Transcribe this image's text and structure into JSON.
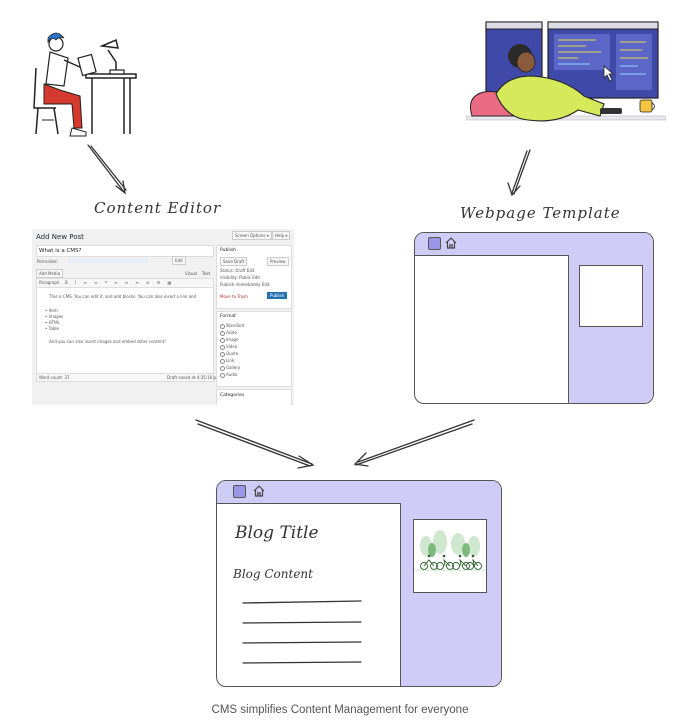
{
  "labels": {
    "content_editor": "Content Editor",
    "webpage_template": "Webpage Template"
  },
  "wp_editor": {
    "heading": "Add New Post",
    "screen_options": "Screen Options ▾",
    "help": "Help ▾",
    "post_title": "What is a CMS?",
    "permalink_label": "Permalink:",
    "edit_button": "Edit",
    "add_media": "Add Media",
    "paragraph_select": "Paragraph",
    "tab_visual": "Visual",
    "tab_text": "Text",
    "body_line": "This is CMS. You can edit it, and add blocks. You can also insert a link and",
    "list_items": [
      "Item",
      "Images",
      "HTML",
      "Table"
    ],
    "body_line_2": "And you can also insert images and embed other content!",
    "word_count": "Word count: 37",
    "last_edited": "Draft saved at 4:35:16 pm",
    "publish_box": {
      "title": "Publish",
      "save_draft": "Save Draft",
      "preview": "Preview",
      "status": "Status: Draft Edit",
      "visibility": "Visibility: Public Edit",
      "publish_immediately": "Publish immediately Edit",
      "trash": "Move to Trash",
      "publish_button": "Publish"
    },
    "format_box": {
      "title": "Format",
      "options": [
        "Standard",
        "Aside",
        "Image",
        "Video",
        "Quote",
        "Link",
        "Gallery",
        "Audio"
      ]
    },
    "categories_title": "Categories"
  },
  "blog_page": {
    "title": "Blog Title",
    "content_label": "Blog Content"
  },
  "caption": "CMS simplifies Content Management for everyone",
  "colors": {
    "window_bar": "#cfcdf7",
    "window_square": "#9d96e8",
    "outline": "#555555"
  },
  "icons": [
    "home-icon",
    "window-square-icon",
    "arrow-icon"
  ]
}
